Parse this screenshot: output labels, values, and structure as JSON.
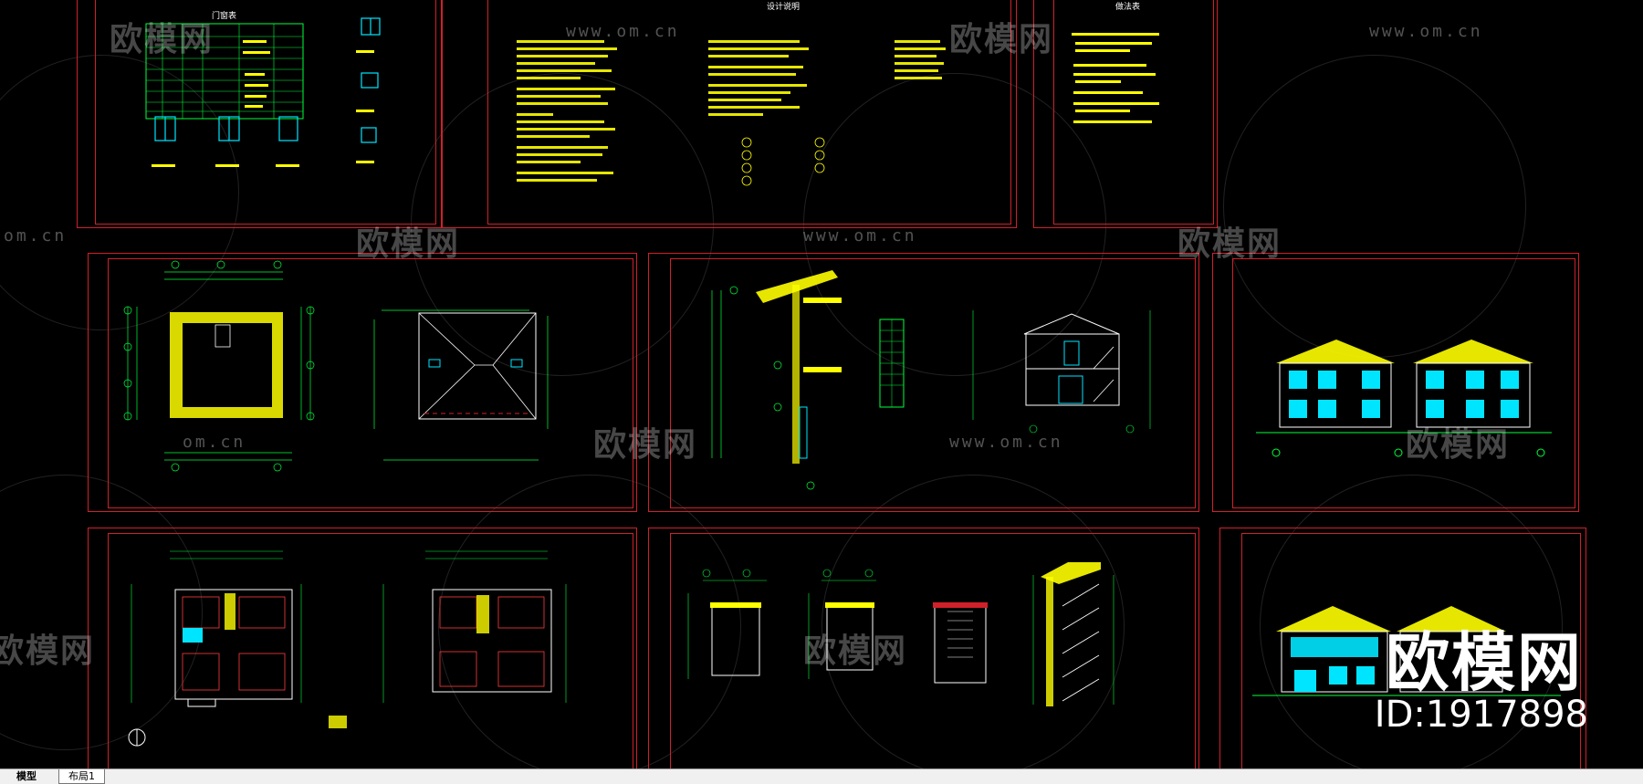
{
  "watermark": {
    "brand": "欧模网",
    "url": "www.om.cn",
    "url_short": "om.cn",
    "big_brand": "欧模网",
    "id_label": "ID:1917898"
  },
  "tabs": [
    {
      "label": "模型",
      "active": true
    },
    {
      "label": "布局1",
      "active": false
    }
  ],
  "sheet_titles": {
    "door_table": "门窗表",
    "design_notes": "设计说明",
    "finish_table": "做法表"
  },
  "colors": {
    "background": "#000000",
    "frame": "#d0202a",
    "grid_lines": "#00ff3c",
    "walls": "#ffff00",
    "glazing": "#00e5ff",
    "tabbar": "#f0f0f0"
  }
}
